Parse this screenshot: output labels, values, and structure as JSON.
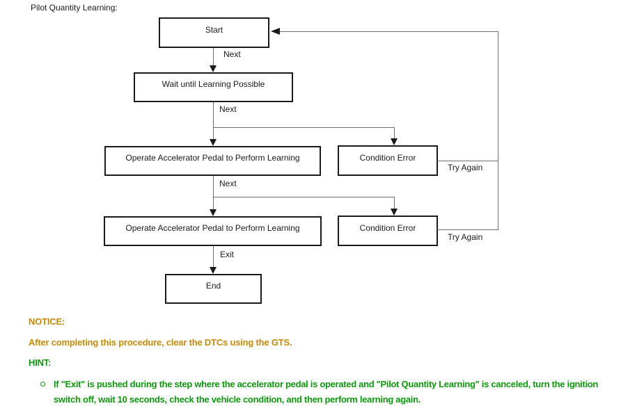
{
  "page": {
    "title": "Pilot Quantity Learning:"
  },
  "flowchart": {
    "nodes": {
      "start": "Start",
      "wait": "Wait until Learning Possible",
      "operate1": "Operate Accelerator Pedal to Perform Learning",
      "condition1": "Condition Error",
      "operate2": "Operate Accelerator Pedal to Perform Learning",
      "condition2": "Condition Error",
      "end": "End"
    },
    "labels": {
      "next1": "Next",
      "next2": "Next",
      "next3": "Next",
      "exit": "Exit",
      "try_again1": "Try Again",
      "try_again2": "Try Again"
    }
  },
  "notice": {
    "heading": "NOTICE:",
    "body": "After completing this procedure, clear the DTCs using the GTS."
  },
  "hint": {
    "heading": "HINT:",
    "items": [
      "If \"Exit\" is pushed during the step where the accelerator pedal is operated and \"Pilot Quantity Learning\" is canceled, turn the ignition switch off, wait 10 seconds, check the vehicle condition, and then perform learning again."
    ]
  },
  "colors": {
    "notice_text": "#c28a0a",
    "hint_text": "#0e960e",
    "box_border": "#1a1a1a",
    "connector_line": "#6e6e6e"
  }
}
